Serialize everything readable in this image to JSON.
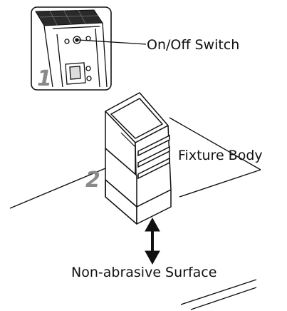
{
  "steps": {
    "step1": "1",
    "step2": "2"
  },
  "labels": {
    "switch": "On/Off Switch",
    "fixture": "Fixture Body",
    "surface": "Non-abrasive Surface"
  },
  "colors": {
    "line": "#111111",
    "step_number": "#8a8a8a",
    "solar_panel": "#2a2a2a"
  },
  "icons": {
    "direction_arrow": "double-headed-vertical-arrow"
  }
}
